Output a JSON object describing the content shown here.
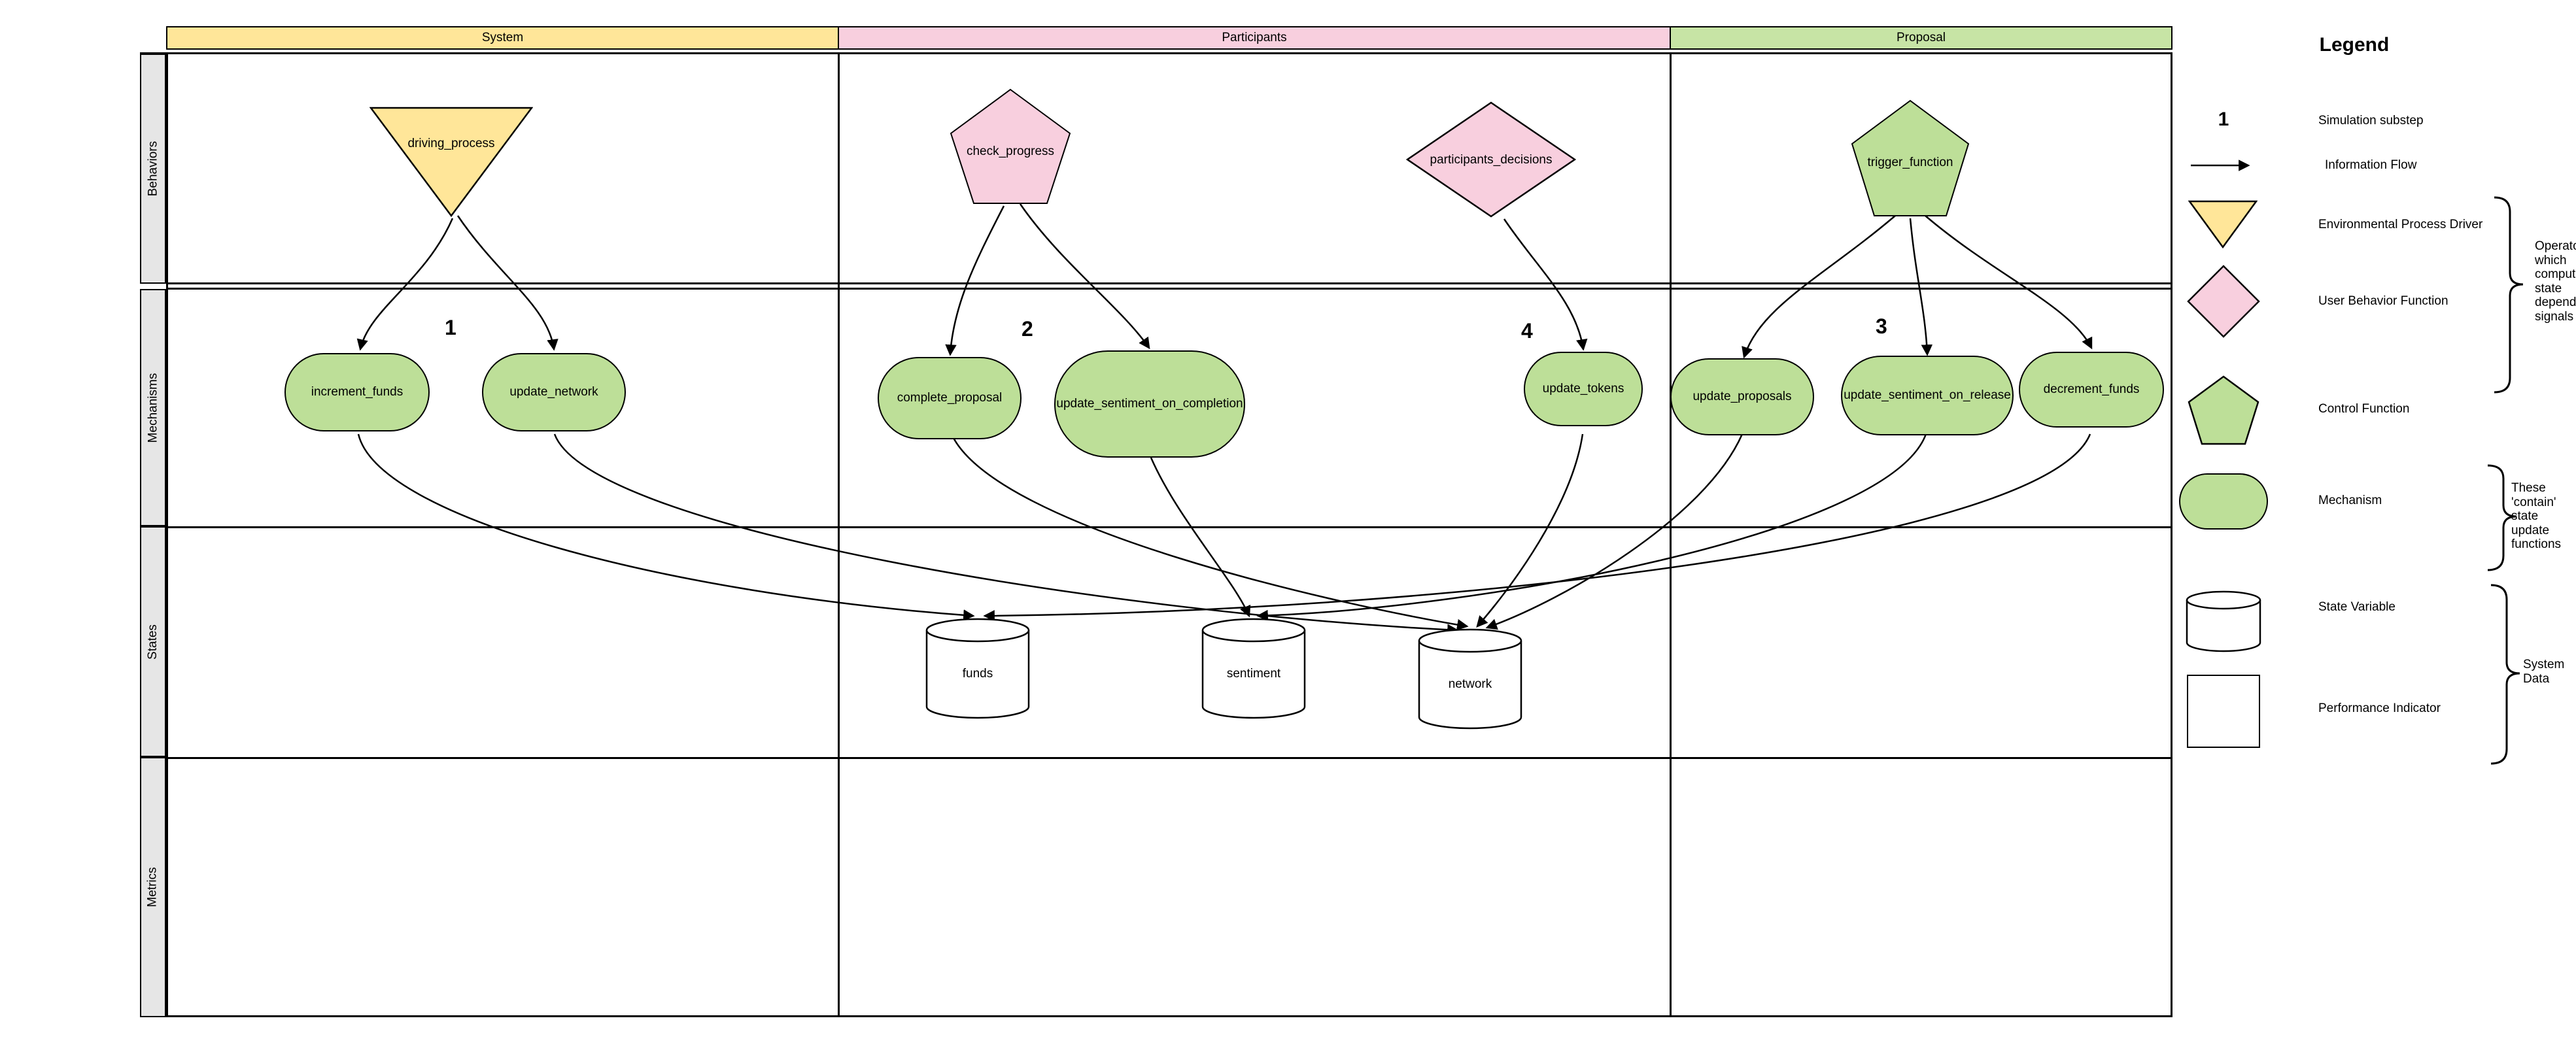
{
  "diagram": {
    "column_headers": [
      {
        "label": "System",
        "color": "#FFE699"
      },
      {
        "label": "Participants",
        "color": "#F8CFDE"
      },
      {
        "label": "Proposal",
        "color": "#C7E4A5"
      }
    ],
    "row_labels": [
      "Behaviors",
      "Mechanisms",
      "States",
      "Metrics"
    ],
    "behaviors": [
      {
        "label": "driving_process",
        "shape": "triangle-down",
        "color": "#FFE699"
      },
      {
        "label": "check_progress",
        "shape": "pentagon",
        "color": "#F8CFDE"
      },
      {
        "label": "participants_decisions",
        "shape": "diamond",
        "color": "#F8CFDE"
      },
      {
        "label": "trigger_function",
        "shape": "pentagon",
        "color": "#BDDF98"
      }
    ],
    "substeps": [
      "1",
      "2",
      "4",
      "3"
    ],
    "mechanisms": [
      "increment_funds",
      "update_network",
      "complete_proposal",
      "update_sentiment_on_completion",
      "update_tokens",
      "update_proposals",
      "update_sentiment_on_release",
      "decrement_funds"
    ],
    "states": [
      "funds",
      "sentiment",
      "network"
    ]
  },
  "legend": {
    "title": "Legend",
    "items": [
      {
        "icon": "substep-number",
        "symbol": "1",
        "label": "Simulation substep"
      },
      {
        "icon": "arrow",
        "label": "Information Flow"
      },
      {
        "icon": "triangle-down",
        "color": "#FFE699",
        "label": "Environmental Process Driver"
      },
      {
        "icon": "diamond",
        "color": "#F8CFDE",
        "label": "User Behavior Function"
      },
      {
        "icon": "pentagon",
        "color": "#BDDF98",
        "label": "Control Function"
      },
      {
        "icon": "rounded-rect",
        "color": "#BDDF98",
        "label": "Mechanism"
      },
      {
        "icon": "cylinder",
        "color": "#FFFFFF",
        "label": "State Variable"
      },
      {
        "icon": "square",
        "color": "#FFFFFF",
        "label": "Performance Indicator"
      }
    ],
    "annotations": [
      {
        "text": "Operators which compute state dependent signals"
      },
      {
        "text": "These 'contain' state update functions"
      },
      {
        "text": "System Data"
      }
    ]
  }
}
